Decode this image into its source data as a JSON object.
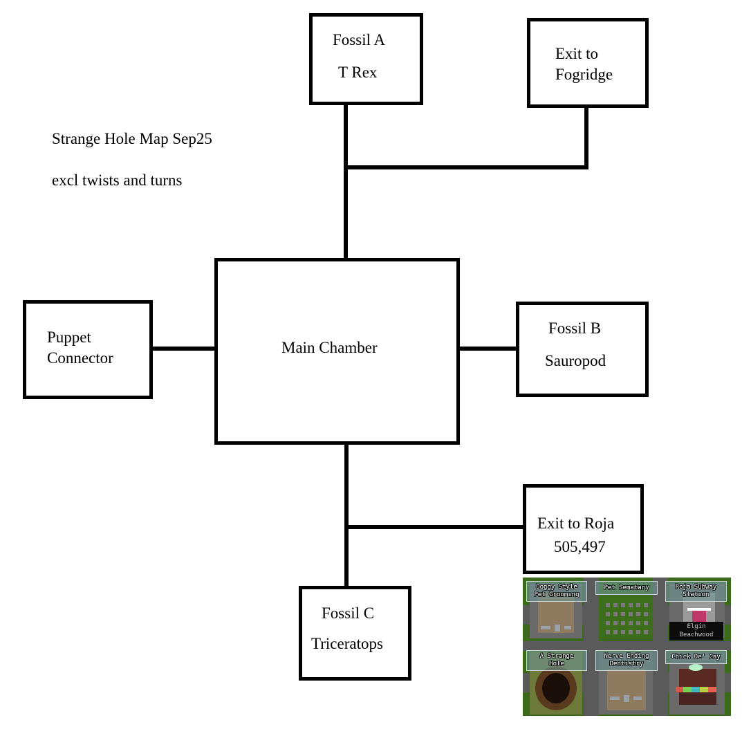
{
  "notes": {
    "title": "Strange Hole Map Sep25",
    "subtitle": "excl twists and turns"
  },
  "nodes": {
    "fossil_a": {
      "line1": "Fossil A",
      "line2": "T Rex"
    },
    "exit_fogridge": {
      "line1": "Exit to",
      "line2": "Fogridge"
    },
    "main_chamber": {
      "label": "Main Chamber"
    },
    "puppet_connector": {
      "line1": "Puppet",
      "line2": "Connector"
    },
    "fossil_b": {
      "line1": "Fossil B",
      "line2": "Sauropod"
    },
    "exit_roja": {
      "line1": "Exit to Roja",
      "line2": "505,497"
    },
    "fossil_c": {
      "line1": "Fossil C",
      "line2": "Triceratops"
    }
  },
  "edges": [
    [
      "main_chamber",
      "fossil_a"
    ],
    [
      "fossil_a",
      "exit_fogridge"
    ],
    [
      "main_chamber",
      "puppet_connector"
    ],
    [
      "main_chamber",
      "fossil_b"
    ],
    [
      "main_chamber",
      "fossil_c"
    ],
    [
      "fossil_c",
      "exit_roja"
    ]
  ],
  "minimap": {
    "locations": [
      {
        "name": "Doggy Style Pet Grooming",
        "line1": "Doggy Style",
        "line2": "Pet Grooming"
      },
      {
        "name": "Pet Sematary",
        "line1": "Pet Sematary",
        "line2": ""
      },
      {
        "name": "Roja Subway Station",
        "line1": "Roja Subway",
        "line2": "Station"
      },
      {
        "name": "A Strange Hole",
        "line1": "A Strange",
        "line2": "Hole"
      },
      {
        "name": "Nerve Ending Dentistry",
        "line1": "Nerve Ending",
        "line2": "Dentistry"
      },
      {
        "name": "Chick De' Cay",
        "line1": "Chick De' Cay",
        "line2": ""
      }
    ],
    "street_sign": {
      "line1": "Elgin",
      "line2": "Beachwood"
    }
  }
}
